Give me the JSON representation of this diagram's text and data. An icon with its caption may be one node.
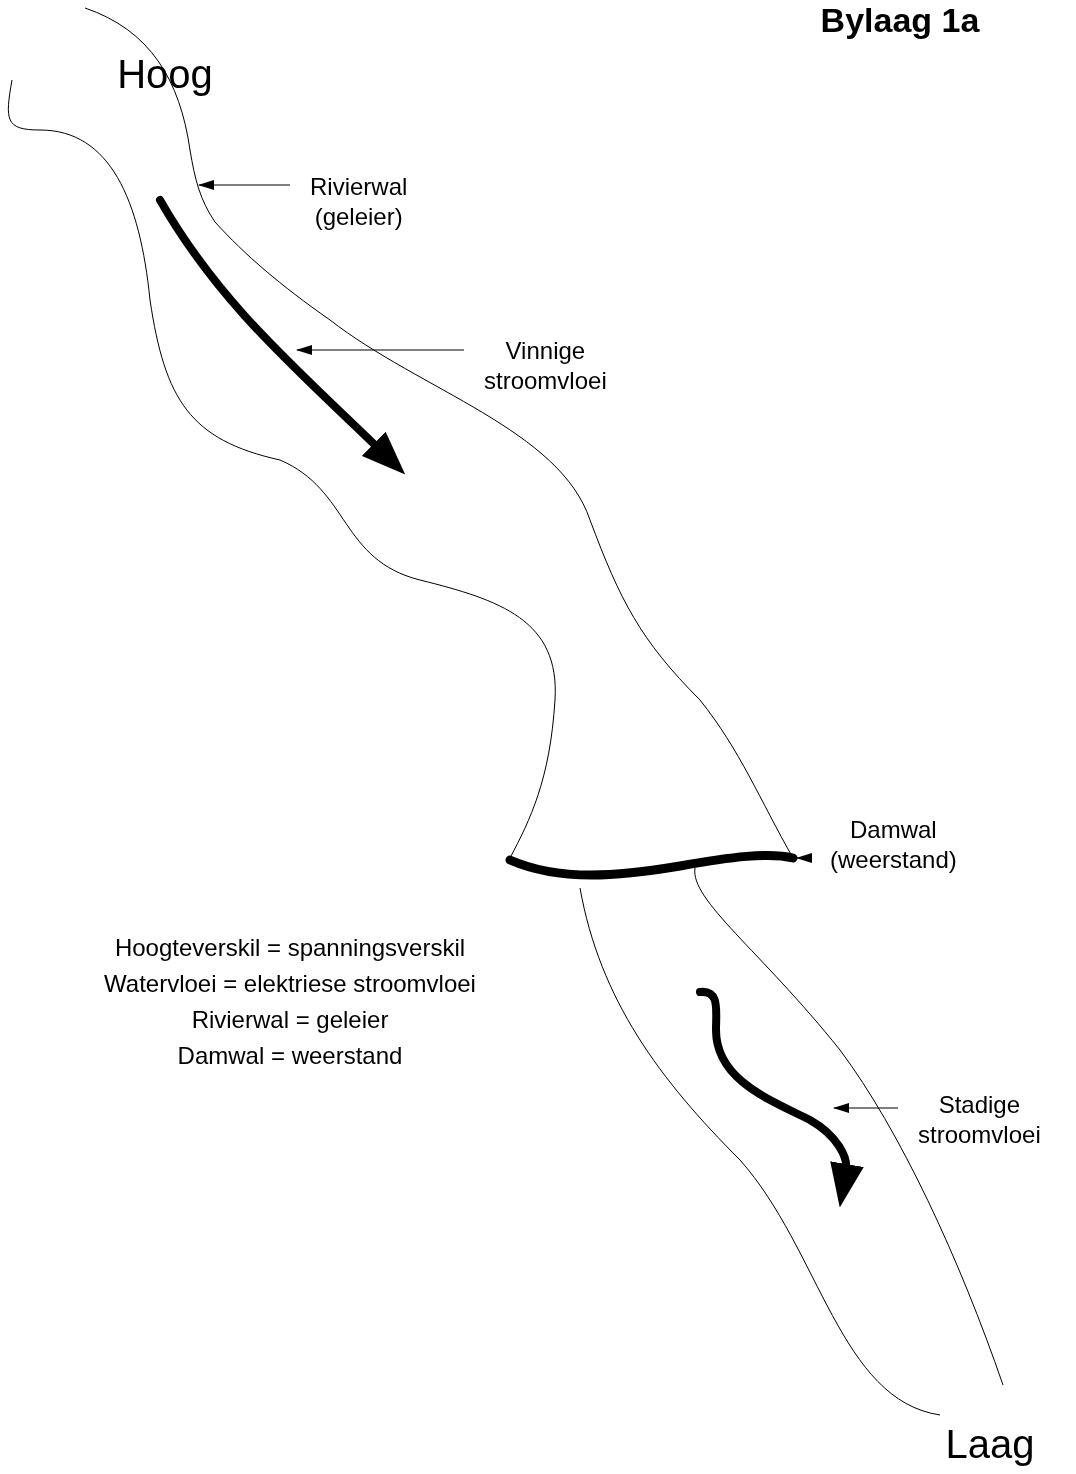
{
  "diagram": {
    "title": "Bylaag 1a",
    "nodes": [
      {
        "text": [
          "Rivierwal (geleier)"
        ]
      },
      {
        "text": [],
        "shape": "line"
      },
      {
        "text": [
          "Vinnige stroomvloei"
        ]
      },
      {
        "text": [],
        "shape": "arrow"
      },
      {
        "text": [
          "Damwal (weerstand)"
        ]
      },
      {
        "text": [],
        "shape": "bar"
      },
      {
        "text": [
          "Stadige stroomvloei"
        ]
      },
      {
        "text": [],
        "shape": "arrow"
      }
    ],
    "edges": [
      {
        "from": 0,
        "to": 1,
        "arrow": "to"
      },
      {
        "from": 2,
        "to": 3,
        "arrow": "to"
      },
      {
        "from": 4,
        "to": 5,
        "arrow": "to"
      },
      {
        "from": 6,
        "to": 7,
        "arrow": "to"
      }
    ],
    "labels": [
      "Hoog",
      "Hoogteverskil = spanningsverskil",
      "Watervloei = elektriese stroomvloei",
      "Rivierwal = geleier",
      "Damwal = weerstand",
      "Laag"
    ]
  }
}
